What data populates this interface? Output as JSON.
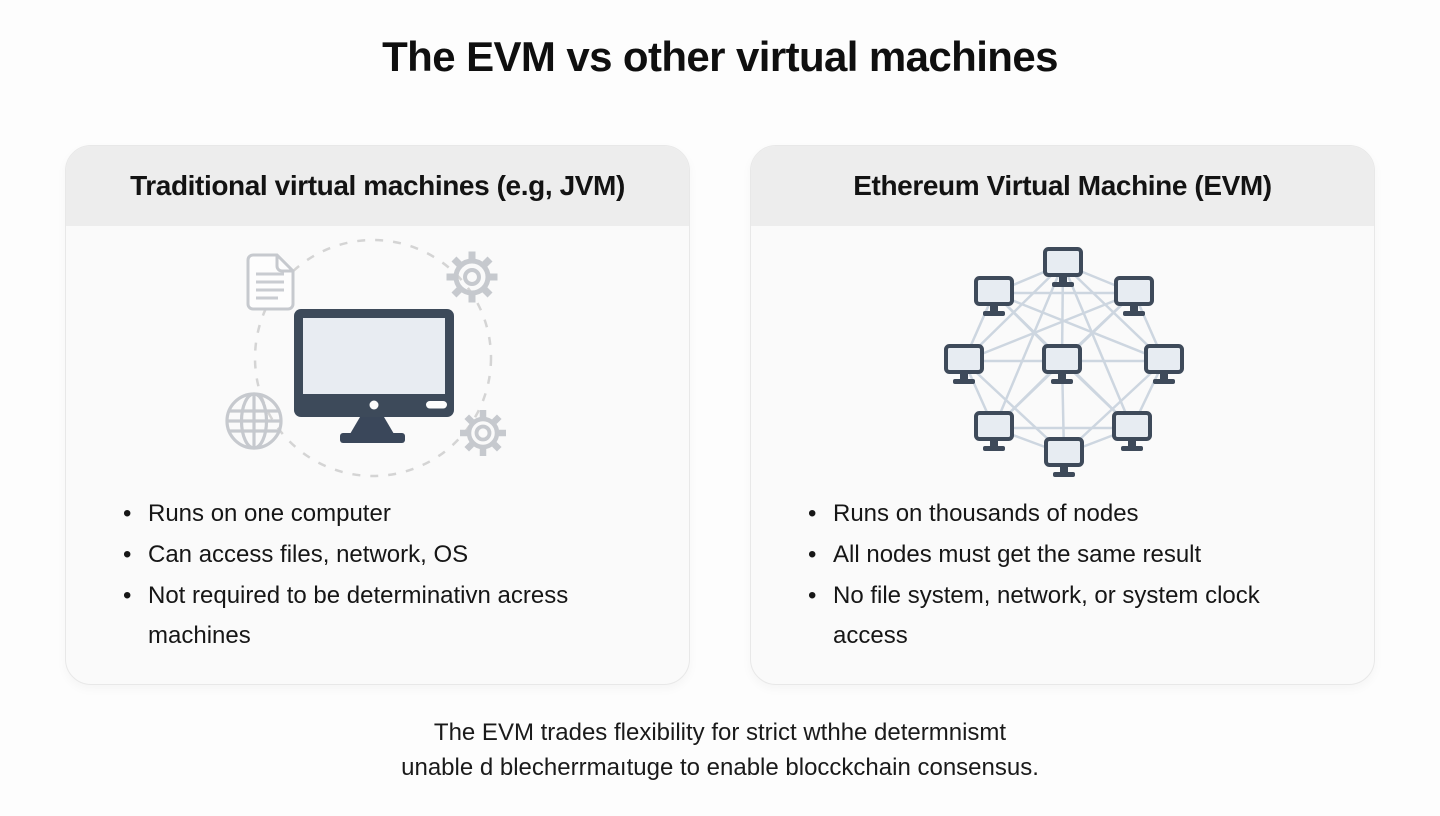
{
  "title": "The EVM vs other virtual machines",
  "cards": [
    {
      "id": "traditional-vm",
      "header": "Traditional virtual machines (e.g, JVM)",
      "illustration": "single-computer-with-document-gears-globe",
      "icons": [
        "document-icon",
        "gear-icon",
        "globe-icon",
        "monitor-icon",
        "gear-icon",
        "dashed-circle"
      ],
      "bullets": [
        "Runs on one computer",
        "Can access files, network, OS",
        "Not required to be determinativn acress machines"
      ]
    },
    {
      "id": "evm",
      "header": "Ethereum Virtual Machine (EVM)",
      "illustration": "mesh-network-of-computer-nodes",
      "icons": [
        "network-node-icon"
      ],
      "node_count": 9,
      "bullets": [
        "Runs on thousands of nodes",
        "All nodes must get the same result",
        "No file system, network, or system clock access"
      ]
    }
  ],
  "caption": {
    "line1": "The EVM trades flexibility for strict wthhe determnismt",
    "line2": "unable d blecherrmaıtuge to enable blocckchain consensus."
  },
  "colors": {
    "page_background": "#fdfdfd",
    "card_background": "#fafafa",
    "card_border": "#e8e8e8",
    "card_header_background": "#ededed",
    "text": "#141414",
    "monitor_slate": "#3d4a5a",
    "monitor_screen": "#e8ecf2",
    "network_line": "#cdd6e0",
    "outline_icon_gray": "#c6c9ce",
    "dashed_circle": "#d4d4d4"
  }
}
